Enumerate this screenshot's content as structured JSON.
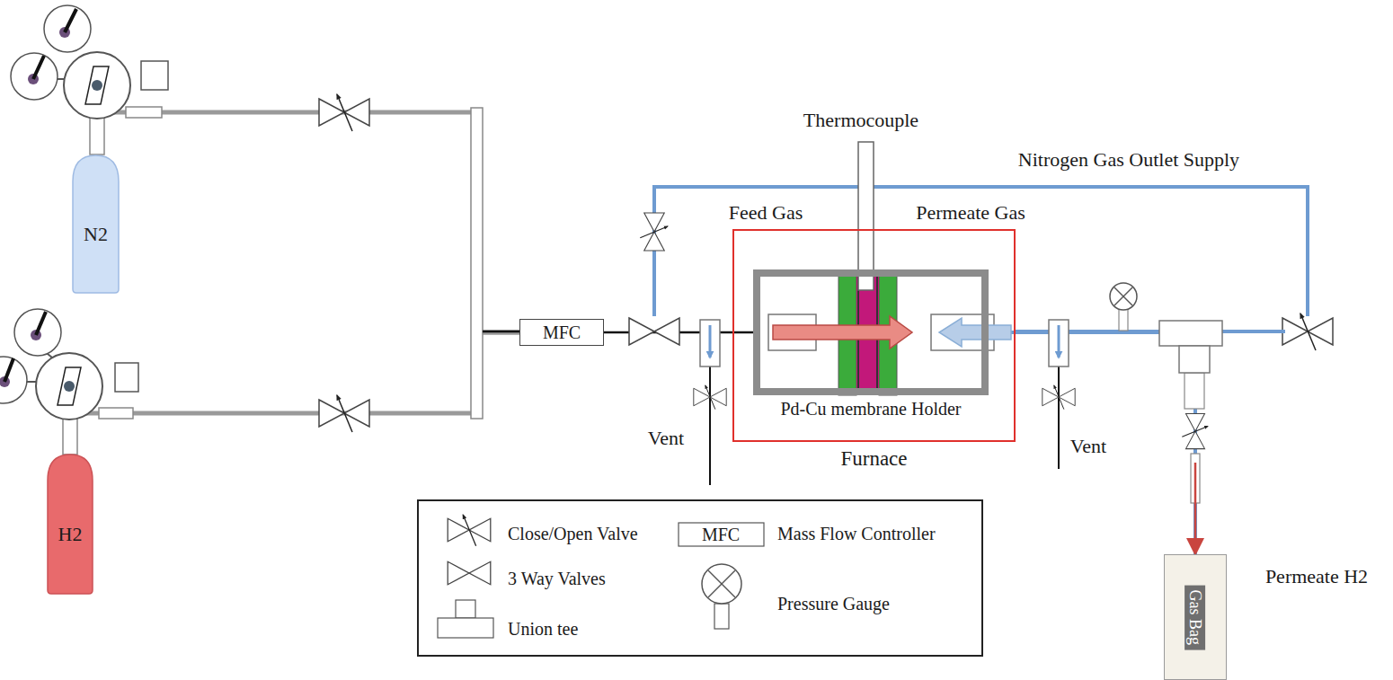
{
  "diagram": {
    "nodes": [
      {
        "text": [
          "N2"
        ]
      },
      {
        "text": [
          "H2"
        ]
      },
      {
        "text": [
          "MFC"
        ]
      },
      {
        "text": [
          "Furnace"
        ]
      },
      {
        "text": [
          "Pd-Cu membrane Holder"
        ],
        "in": 3
      },
      {
        "text": [
          "Gas Bag"
        ]
      }
    ],
    "edges": [
      {
        "from": 0,
        "to": 2,
        "arrow": "none"
      },
      {
        "from": 1,
        "to": 2,
        "arrow": "none"
      },
      {
        "from": 2,
        "to": 4,
        "arrow": "none"
      },
      {
        "from": 4,
        "to": 5,
        "arrow": "to"
      }
    ],
    "labels": [
      "Thermocouple",
      "Nitrogen Gas Outlet Supply",
      "Feed Gas",
      "Permeate Gas",
      "Vent",
      "Vent",
      "Permeate H2",
      "MFC"
    ],
    "legend": [
      {
        "text": "Close/Open Valve"
      },
      {
        "text": "Mass Flow Controller"
      },
      {
        "text": "3 Way Valves"
      },
      {
        "text": "Union tee"
      },
      {
        "text": "Pressure Gauge"
      }
    ]
  }
}
